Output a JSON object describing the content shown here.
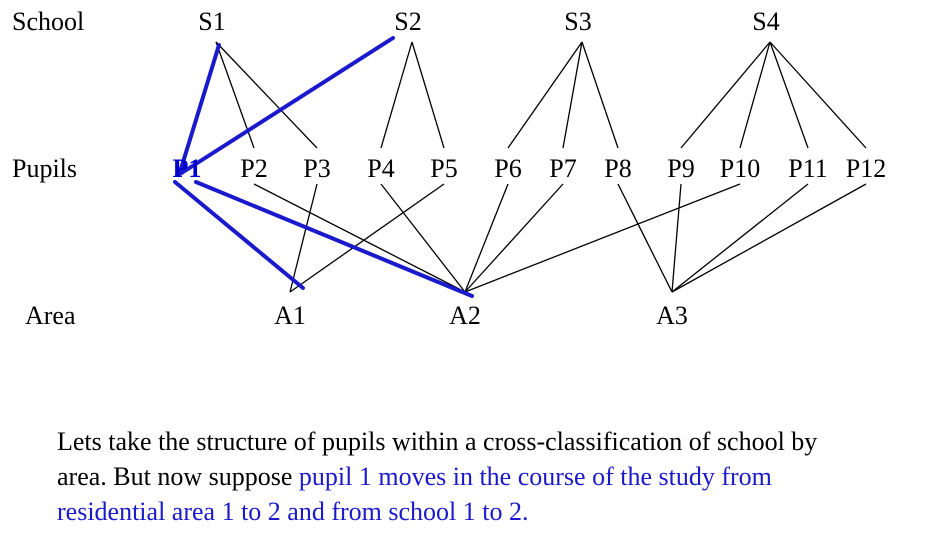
{
  "row_labels": {
    "school": "School",
    "pupils": "Pupils",
    "area": "Area"
  },
  "schools": [
    "S1",
    "S2",
    "S3",
    "S4"
  ],
  "pupils": [
    "P1",
    "P2",
    "P3",
    "P4",
    "P5",
    "P6",
    "P7",
    "P8",
    "P9",
    "P10",
    "P11",
    "P12"
  ],
  "areas": [
    "A1",
    "A2",
    "A3"
  ],
  "school_pupil_edges": [
    [
      "S1",
      "P2"
    ],
    [
      "S1",
      "P3"
    ],
    [
      "S2",
      "P4"
    ],
    [
      "S2",
      "P5"
    ],
    [
      "S3",
      "P6"
    ],
    [
      "S3",
      "P7"
    ],
    [
      "S3",
      "P8"
    ],
    [
      "S4",
      "P9"
    ],
    [
      "S4",
      "P10"
    ],
    [
      "S4",
      "P11"
    ],
    [
      "S4",
      "P12"
    ]
  ],
  "pupil_area_edges": [
    [
      "P2",
      "A2"
    ],
    [
      "P3",
      "A1"
    ],
    [
      "P4",
      "A2"
    ],
    [
      "P5",
      "A1"
    ],
    [
      "P6",
      "A2"
    ],
    [
      "P7",
      "A2"
    ],
    [
      "P8",
      "A3"
    ],
    [
      "P9",
      "A3"
    ],
    [
      "P10",
      "A2"
    ],
    [
      "P11",
      "A3"
    ],
    [
      "P12",
      "A3"
    ]
  ],
  "highlighted_pupil": "P1",
  "highlight_edges": [
    [
      "S1",
      "P1"
    ],
    [
      "S2",
      "P1"
    ],
    [
      "P1",
      "A1"
    ],
    [
      "P1",
      "A2"
    ]
  ],
  "highlight_color": "#1a1acc",
  "caption": {
    "line1": "Lets take the structure of pupils within a cross-classification of school by",
    "line2_black": "area. But now suppose ",
    "line2_blue": "pupil 1 moves in the course of the study from",
    "line3_blue": "residential area 1 to 2 and from school 1 to 2."
  }
}
